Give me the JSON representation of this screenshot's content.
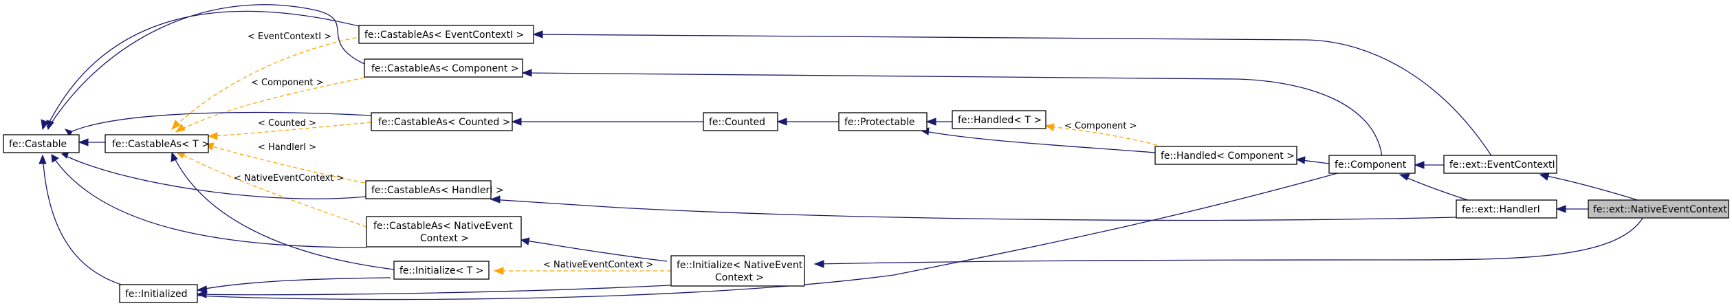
{
  "nodes": {
    "castable": "fe::Castable",
    "castable_as_t": "fe::CastableAs< T >",
    "castable_as_eventcontexti": "fe::CastableAs< EventContextI >",
    "castable_as_component": "fe::CastableAs< Component >",
    "castable_as_counted": "fe::CastableAs< Counted >",
    "castable_as_handleri": "fe::CastableAs< HandlerI >",
    "castable_as_nativeeventcontext": [
      "fe::CastableAs< NativeEvent",
      "Context >"
    ],
    "initialized": "fe::Initialized",
    "initialize_t": "fe::Initialize< T >",
    "initialize_nativeeventcontext": [
      "fe::Initialize< NativeEvent",
      "Context >"
    ],
    "counted": "fe::Counted",
    "protectable": "fe::Protectable",
    "handled_t": "fe::Handled< T >",
    "handled_component": "fe::Handled< Component >",
    "component": "fe::Component",
    "ext_eventcontexti": "fe::ext::EventContextI",
    "ext_handleri": "fe::ext::HandlerI",
    "ext_nativeeventcontext": "fe::ext::NativeEventContext"
  },
  "edge_labels": {
    "eventcontexti": "< EventContextI >",
    "component_castable": "< Component >",
    "counted": "< Counted >",
    "handleri": "< HandlerI >",
    "nativeeventcontext_castable": "< NativeEventContext >",
    "nativeeventcontext_initialize": "< NativeEventContext >",
    "component_handled": "< Component >"
  },
  "colors": {
    "inheritance_edge": "#191970",
    "template_edge": "#ffa500",
    "focus_node_fill": "#bfbfbf"
  }
}
